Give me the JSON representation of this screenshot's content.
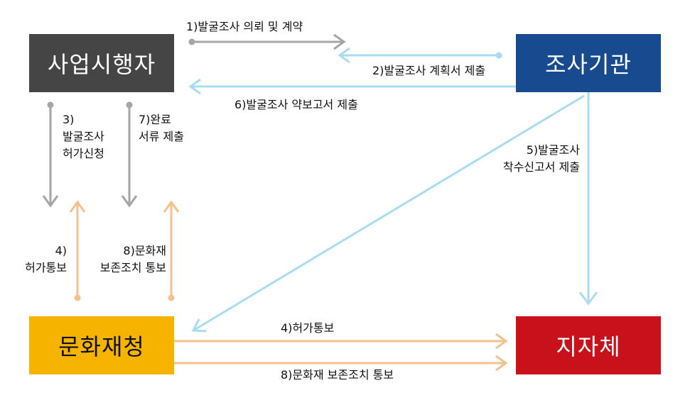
{
  "nodes": {
    "applicant": "사업시행자",
    "agency": "조사기관",
    "cha": "문화재청",
    "local_gov": "지자체"
  },
  "edges": [
    {
      "id": "e1",
      "text": "1)발굴조사 의뢰 및 계약"
    },
    {
      "id": "e2",
      "text": "2)발굴조사 계획서 제출"
    },
    {
      "id": "e3",
      "lines": [
        "3)",
        "발굴조사",
        "허가신청"
      ]
    },
    {
      "id": "e4a",
      "lines": [
        "4)",
        "허가통보"
      ]
    },
    {
      "id": "e4b",
      "text": "4)허가통보"
    },
    {
      "id": "e5",
      "lines": [
        "5)발굴조사",
        "착수신고서 제출"
      ]
    },
    {
      "id": "e6",
      "text": "6)발굴조사 약보고서 제출"
    },
    {
      "id": "e7",
      "lines": [
        "7)완료",
        "서류 제출"
      ]
    },
    {
      "id": "e8a",
      "lines": [
        "8)문화재",
        "보존조치 통보"
      ]
    },
    {
      "id": "e8b",
      "text": "8)문화재 보존조치 통보"
    }
  ],
  "colors": {
    "gray_arrow": "#a6a6a6",
    "blue_arrow": "#a9dcf2",
    "orange_arrow": "#f6c08c",
    "applicant_fill": "#454545",
    "agency_fill": "#174a8f",
    "cha_fill": "#f6b400",
    "local_fill": "#c8111a"
  }
}
